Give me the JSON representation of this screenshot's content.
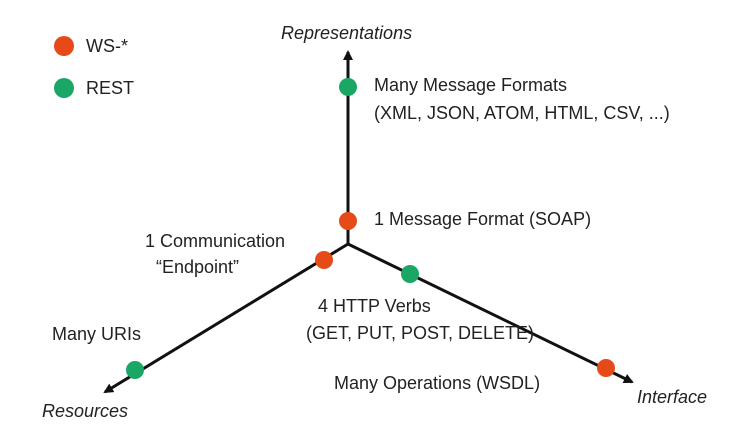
{
  "colors": {
    "ws": "#E64A19",
    "rest": "#1AA664",
    "axis": "#111111"
  },
  "legend": {
    "ws_label": "WS-*",
    "rest_label": "REST"
  },
  "axes": {
    "representations": "Representations",
    "resources": "Resources",
    "interface": "Interface"
  },
  "points": {
    "many_formats_line1": "Many Message Formats",
    "many_formats_line2": "(XML, JSON, ATOM, HTML, CSV, ...)",
    "one_format": "1 Message Format (SOAP)",
    "endpoint_line1": "1 Communication",
    "endpoint_line2": "“Endpoint”",
    "many_uris": "Many URIs",
    "http_verbs_line1": "4 HTTP Verbs",
    "http_verbs_line2": "(GET, PUT, POST, DELETE)",
    "many_operations": "Many Operations (WSDL)"
  }
}
